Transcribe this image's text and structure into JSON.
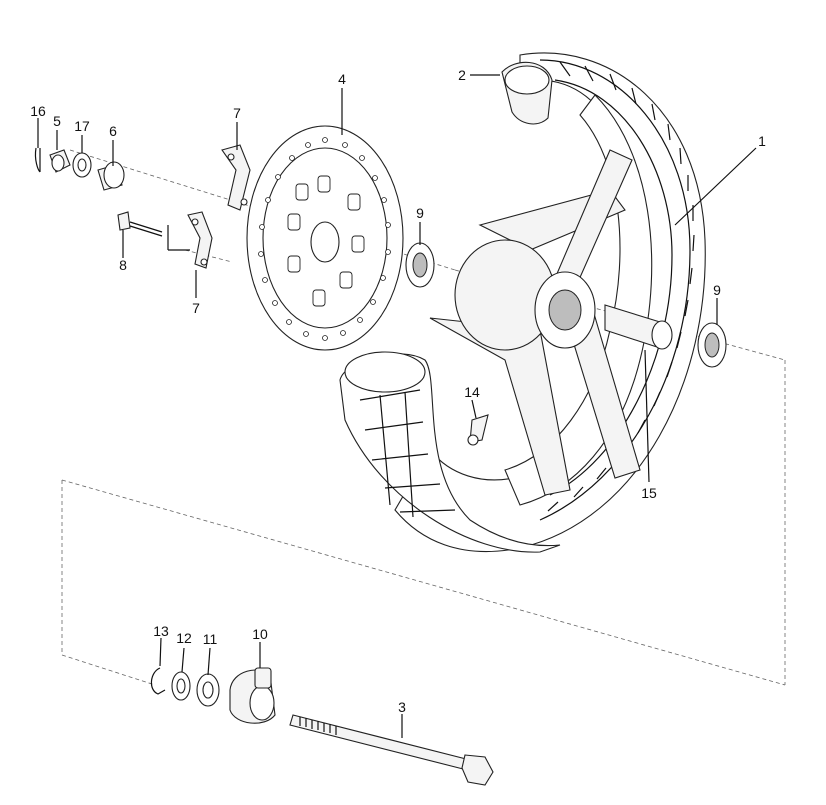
{
  "callouts": {
    "c1": "1",
    "c2": "2",
    "c3": "3",
    "c4": "4",
    "c5": "5",
    "c6": "6",
    "c7a": "7",
    "c7b": "7",
    "c8": "8",
    "c9a": "9",
    "c9b": "9",
    "c10": "10",
    "c11": "11",
    "c12": "12",
    "c13": "13",
    "c14": "14",
    "c15": "15",
    "c16": "16",
    "c17": "17"
  }
}
